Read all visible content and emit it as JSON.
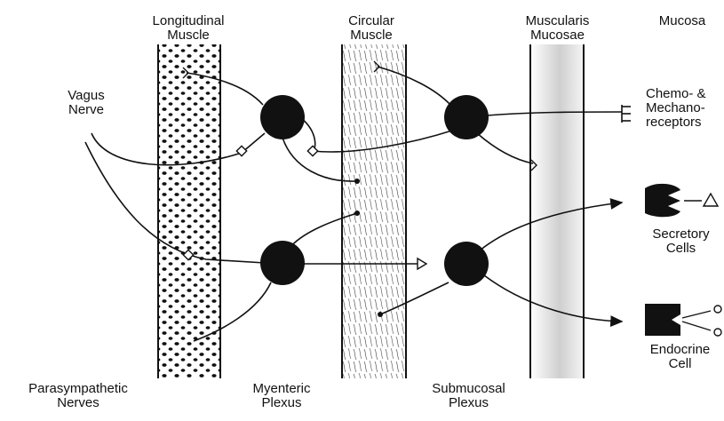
{
  "labels": {
    "longitudinal_muscle": [
      "Longitudinal",
      "Muscle"
    ],
    "circular_muscle": [
      "Circular",
      "Muscle"
    ],
    "muscularis_mucosae": [
      "Muscularis",
      "Mucosae"
    ],
    "mucosa": "Mucosa",
    "vagus_nerve": [
      "Vagus",
      "Nerve"
    ],
    "receptors": [
      "Chemo- &",
      "Mechano-",
      "receptors"
    ],
    "secretory_cells": [
      "Secretory",
      "Cells"
    ],
    "endocrine_cell": [
      "Endocrine",
      "Cell"
    ],
    "parasympathetic_nerves": [
      "Parasympathetic",
      "Nerves"
    ],
    "myenteric_plexus": [
      "Myenteric",
      "Plexus"
    ],
    "submucosal_plexus": [
      "Submucosal",
      "Plexus"
    ]
  },
  "colors": {
    "ink": "#111111",
    "mucosae_shade": "#cfcfcf"
  }
}
